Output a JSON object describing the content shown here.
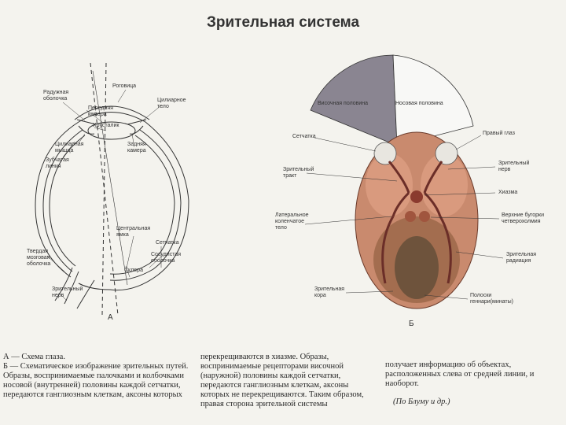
{
  "title": "Зрительная система",
  "eye_labels": {
    "raduzhnaya": "Радужная\nоболочка",
    "rogovitsa": "Роговица",
    "perednyaya": "Передняя\nкамера",
    "khrustalik": "Хрусталик",
    "tsiliarnoe_telo": "Цилиарное\nтело",
    "tsiliarnaya_myshtsa": "Цилиарная\nмышца",
    "zadnyaya": "Задняя\nкамера",
    "zubchataya": "Зубчатая\nлиния",
    "tsentralnaya_yamka": "Центральная\nямка",
    "setchatka": "Сетчатка",
    "tverdaya": "Твердая\nмозговая\nоболочка",
    "sosudistaya": "Сосудистая\nоболочка",
    "sklera": "Склера",
    "zritelny_nerv": "Зрительный\nнерв"
  },
  "brain_labels": {
    "visochnaya": "Височная половина",
    "nosovaya": "Носовая половина",
    "setchatka": "Сетчатка",
    "pravy_glaz": "Правый глаз",
    "zritelny_trakt": "Зрительный\nтракт",
    "zritelny_nerv": "Зрительный\nнерв",
    "khiazma": "Хиазма",
    "lateralnoe": "Латеральное\nколенчатое\nтело",
    "verkhnie": "Верхние бугорки\nчетверохолмия",
    "radiatsiya": "Зрительная\nрадиация",
    "kora": "Зрительная\nкора",
    "polosy": "Полоски\nгеннари(минаты)"
  },
  "panel_letters": {
    "a": "А",
    "b": "Б"
  },
  "caption": {
    "col1": "А — Схема глаза.\nБ — Схематическое изображение зрительных путей. Образы, воспринимаемые палочками и колбочками носовой (внутренней) половины каждой сетчатки, передаются ганглиозным клеткам, аксоны которых",
    "col2": "перекрещиваются в хиазме. Образы, воспринимаемые рецепторами височной (наружной) половины каждой сетчатки, передаются ганглиозным клеткам, аксоны которых не перекрещиваются. Таким образом, правая сторона зрительной системы",
    "col3": "получает информацию об объектах, расположенных слева от средней линии, и наоборот.",
    "source": "(По Блуму и др.)"
  },
  "colors": {
    "temporal_field": "#8a8591",
    "brain_base": "#c98a6e",
    "brain_dark": "#8a3a2e",
    "tract": "#6b2e28"
  }
}
